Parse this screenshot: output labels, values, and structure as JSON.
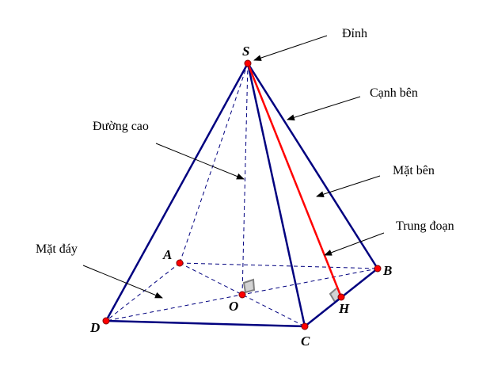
{
  "points": {
    "S": "S",
    "A": "A",
    "B": "B",
    "C": "C",
    "D": "D",
    "O": "O",
    "H": "H"
  },
  "annotations": {
    "apex": "Đỉnh",
    "lateral_edge": "Cạnh bên",
    "height": "Đường cao",
    "lateral_face": "Mặt bên",
    "apothem": "Trung đoạn",
    "base": "Mặt đáy"
  },
  "colors": {
    "edge": "#00007f",
    "apothem": "#ff0000",
    "point": "#ff0000",
    "right_angle": "#d3d3d3"
  }
}
